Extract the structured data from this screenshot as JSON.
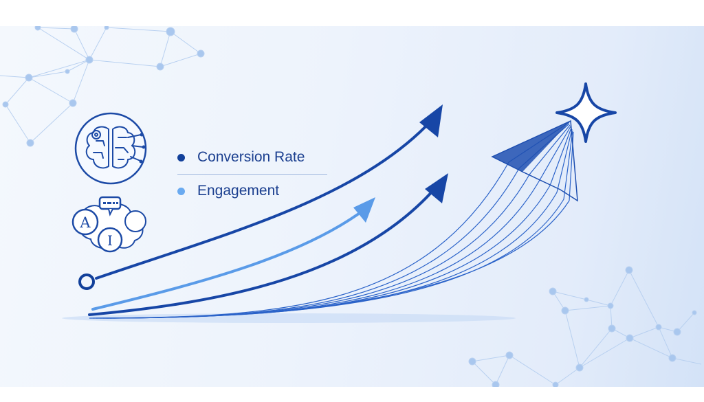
{
  "legend": {
    "items": [
      {
        "label": "Conversion Rate",
        "color": "#12409a"
      },
      {
        "label": "Engagement",
        "color": "#6aaaf0"
      }
    ]
  },
  "icons": {
    "brain": "brain-circuit-icon",
    "ai_chat": "ai-chat-bubbles-icon",
    "sparkle": "four-point-star-icon",
    "start": "start-ring-icon"
  },
  "ai_bubbles": {
    "left": "A",
    "bottom": "I"
  },
  "colors": {
    "dark_blue": "#12409a",
    "mid_blue": "#2f6fd6",
    "light_blue": "#6aaaf0",
    "network": "#a9c7ee"
  }
}
